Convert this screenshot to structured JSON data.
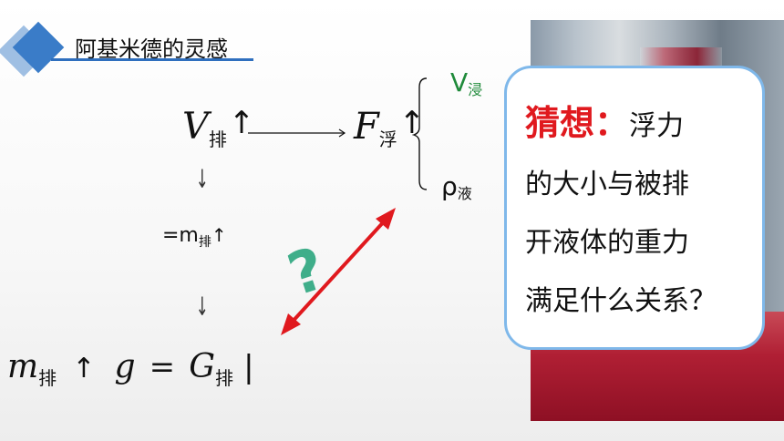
{
  "header": {
    "title": "阿基米德的灵感"
  },
  "formula": {
    "v_pai": {
      "var": "V",
      "sub": "排",
      "arrow": "↑"
    },
    "f_fu": {
      "var": "F",
      "sub": "浮",
      "arrow": "↑"
    },
    "bracket_top": {
      "text": "V",
      "sub": "浸"
    },
    "bracket_bottom": {
      "text": "ρ",
      "sub": "液"
    },
    "small_arrow_1": "↓",
    "m_line": {
      "prefix": "=m",
      "sub": "排",
      "arrow": "↑"
    },
    "small_arrow_2": "↓",
    "bottom_eq": {
      "m": "m",
      "m_sub": "排",
      "up1": "↑",
      "g": "g",
      "eq": "=",
      "G": "G",
      "G_sub": "排",
      "up2": "|"
    },
    "question_mark": "?"
  },
  "bubble": {
    "guess_label": "猜想：",
    "line1_rest": "浮力",
    "line2": "的大小与被排",
    "line3": "开液体的重力",
    "line4": "满足什么关系？"
  },
  "colors": {
    "accent_blue": "#3a7cc8",
    "red": "#e0191e",
    "green": "#1f8a3a",
    "teal": "#3fae8a"
  }
}
